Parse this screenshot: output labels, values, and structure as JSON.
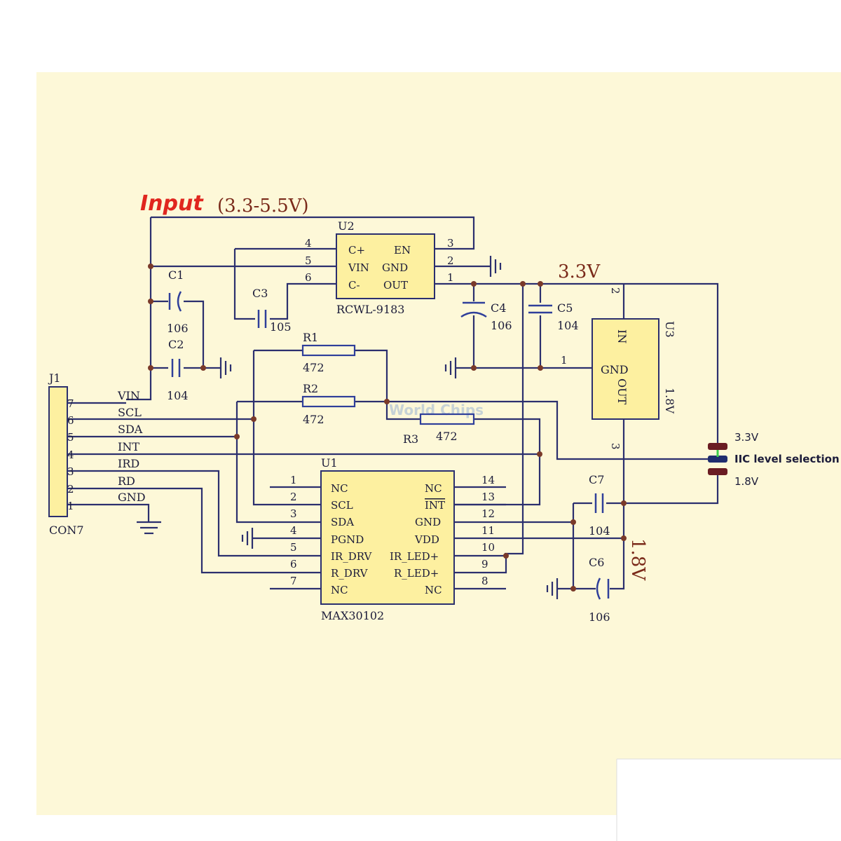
{
  "title": {
    "main": "Input",
    "range": "(3.3-5.5V)"
  },
  "rails": {
    "v33": "3.3V",
    "v18": "1.8V"
  },
  "watermark": "World Chips",
  "j1": {
    "ref": "J1",
    "part": "CON7",
    "pins": [
      "7",
      "6",
      "5",
      "4",
      "3",
      "2",
      "1"
    ],
    "nets": [
      "VIN",
      "SCL",
      "SDA",
      "INT",
      "IRD",
      "RD",
      "GND"
    ]
  },
  "u2": {
    "ref": "U2",
    "part": "RCWL-9183",
    "left": [
      "C+",
      "VIN",
      "C-"
    ],
    "right": [
      "EN",
      "GND",
      "OUT"
    ],
    "left_pins": [
      "4",
      "5",
      "6"
    ],
    "right_pins": [
      "3",
      "2",
      "1"
    ]
  },
  "u3": {
    "ref": "U3",
    "in": "IN",
    "gnd": "GND",
    "out": "OUT",
    "value": "1.8V",
    "pin_in": "2",
    "pin_gnd": "1",
    "pin_out": "3"
  },
  "u1": {
    "ref": "U1",
    "part": "MAX30102",
    "left": [
      "NC",
      "SCL",
      "SDA",
      "PGND",
      "IR_DRV",
      "R_DRV",
      "NC"
    ],
    "right": [
      "NC",
      "INT",
      "GND",
      "VDD",
      "IR_LED+",
      "R_LED+",
      "NC"
    ],
    "left_pins": [
      "1",
      "2",
      "3",
      "4",
      "5",
      "6",
      "7"
    ],
    "right_pins": [
      "14",
      "13",
      "12",
      "11",
      "10",
      "9",
      "8"
    ]
  },
  "caps": [
    {
      "ref": "C1",
      "value": "106"
    },
    {
      "ref": "C2",
      "value": "104"
    },
    {
      "ref": "C3",
      "value": "105"
    },
    {
      "ref": "C4",
      "value": "106"
    },
    {
      "ref": "C5",
      "value": "104"
    },
    {
      "ref": "C6",
      "value": "106"
    },
    {
      "ref": "C7",
      "value": "104"
    }
  ],
  "resistors": [
    {
      "ref": "R1",
      "value": "472"
    },
    {
      "ref": "R2",
      "value": "472"
    },
    {
      "ref": "R3",
      "value": "472"
    }
  ],
  "jumper": {
    "top": "3.3V",
    "label": "IIC level selection",
    "bottom": "1.8V"
  },
  "colors": {
    "background": "#fdf8d8",
    "wire": "#2b2f6e",
    "accent": "#e0261f",
    "ic_fill": "#fdf0a0"
  }
}
